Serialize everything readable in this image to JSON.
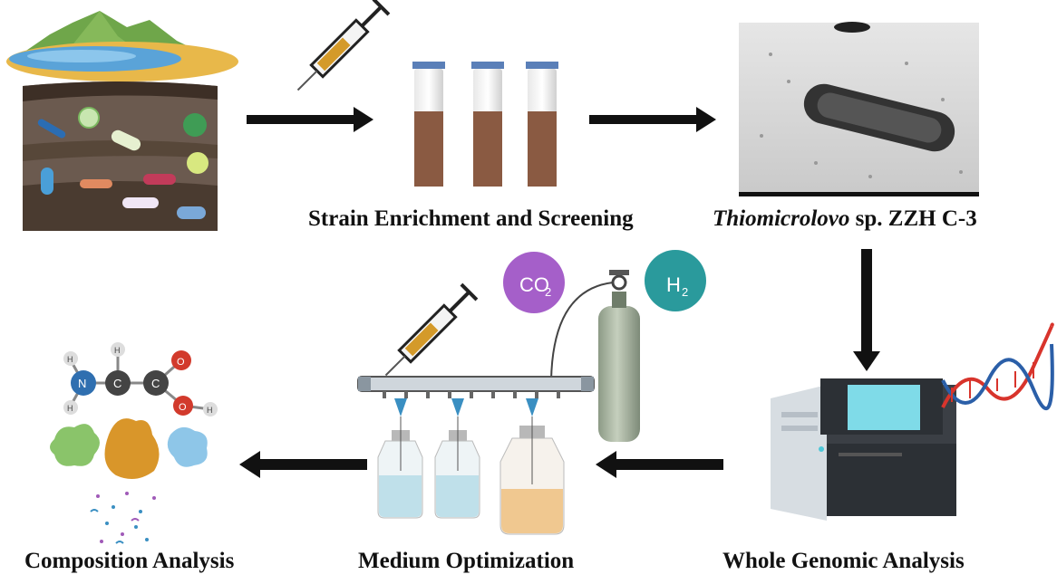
{
  "steps": {
    "strain": {
      "label": "Strain Enrichment and Screening"
    },
    "organism": {
      "genus": "Thiomicrolovo",
      "rest": " sp. ZZH C-3"
    },
    "genomic": {
      "label": "Whole Genomic Analysis"
    },
    "medium": {
      "label": "Medium Optimization"
    },
    "composition": {
      "label": "Composition Analysis"
    }
  },
  "gases": {
    "co2": "CO",
    "co2_sub": "2",
    "h2": "H",
    "h2_sub": "2"
  },
  "molecule": {
    "n": "N",
    "c1": "C",
    "c2": "C",
    "o1": "O",
    "o2": "O",
    "h": "H"
  },
  "colors": {
    "arrow": "#111111",
    "co2_bubble": "#a55fc9",
    "h2_bubble": "#2a9a9c",
    "broth": "#8a5a42",
    "medium_blue": "#bfe0ea",
    "medium_orange": "#f0c890",
    "dna_red": "#d8342c",
    "dna_blue": "#2b5fa8"
  }
}
